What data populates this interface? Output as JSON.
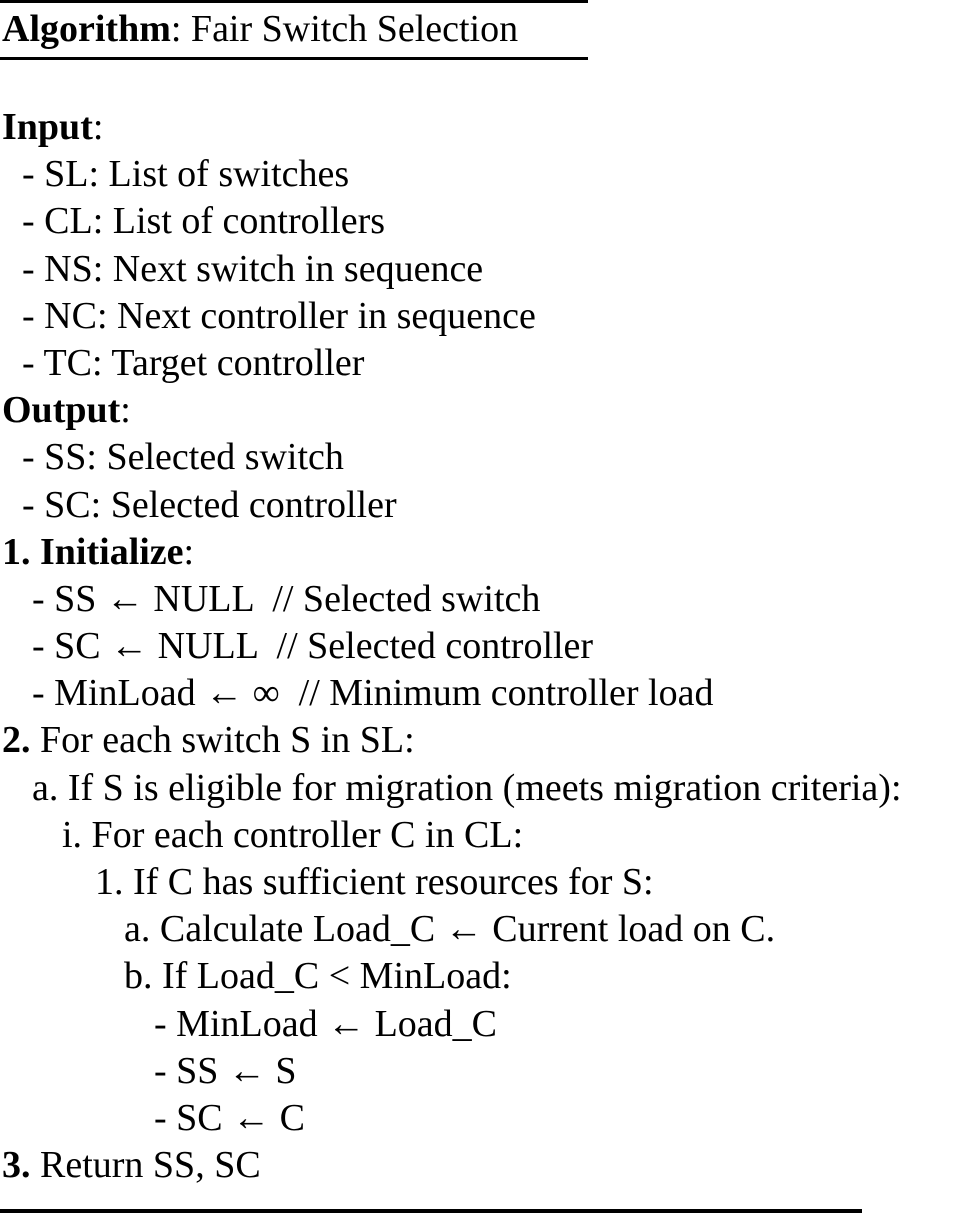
{
  "title": {
    "label": "Algorithm",
    "text": ": Fair Switch Selection"
  },
  "lines": [
    {
      "indent": 0,
      "bold": "Input",
      "text": ":"
    },
    {
      "indent": 20,
      "bold": "",
      "text": "- SL: List of switches"
    },
    {
      "indent": 20,
      "bold": "",
      "text": "- CL: List of controllers"
    },
    {
      "indent": 20,
      "bold": "",
      "text": "- NS: Next switch in sequence"
    },
    {
      "indent": 20,
      "bold": "",
      "text": "- NC: Next controller in sequence"
    },
    {
      "indent": 20,
      "bold": "",
      "text": "- TC: Target controller"
    },
    {
      "indent": 0,
      "bold": "Output",
      "text": ":"
    },
    {
      "indent": 20,
      "bold": "",
      "text": "- SS: Selected switch"
    },
    {
      "indent": 20,
      "bold": "",
      "text": "- SC: Selected controller"
    },
    {
      "indent": 0,
      "bold": "1. Initialize",
      "text": ":"
    },
    {
      "indent": 30,
      "bold": "",
      "text": "- SS ← NULL  // Selected switch"
    },
    {
      "indent": 30,
      "bold": "",
      "text": "- SC ← NULL  // Selected controller"
    },
    {
      "indent": 30,
      "bold": "",
      "text": "- MinLoad ← ∞  // Minimum controller load"
    },
    {
      "indent": 0,
      "bold": "2.",
      "text": " For each switch S in SL:"
    },
    {
      "indent": 30,
      "bold": "",
      "text": "a. If S is eligible for migration (meets migration criteria):"
    },
    {
      "indent": 60,
      "bold": "",
      "text": "i. For each controller C in CL:"
    },
    {
      "indent": 93,
      "bold": "",
      "text": "1. If C has sufficient resources for S:"
    },
    {
      "indent": 122,
      "bold": "",
      "text": "a. Calculate Load_C ← Current load on C."
    },
    {
      "indent": 122,
      "bold": "",
      "text": "b. If Load_C < MinLoad:"
    },
    {
      "indent": 152,
      "bold": "",
      "text": "- MinLoad ← Load_C"
    },
    {
      "indent": 152,
      "bold": "",
      "text": "- SS ← S"
    },
    {
      "indent": 152,
      "bold": "",
      "text": "- SC ← C"
    },
    {
      "indent": 0,
      "bold": "3.",
      "text": " Return SS, SC"
    }
  ]
}
